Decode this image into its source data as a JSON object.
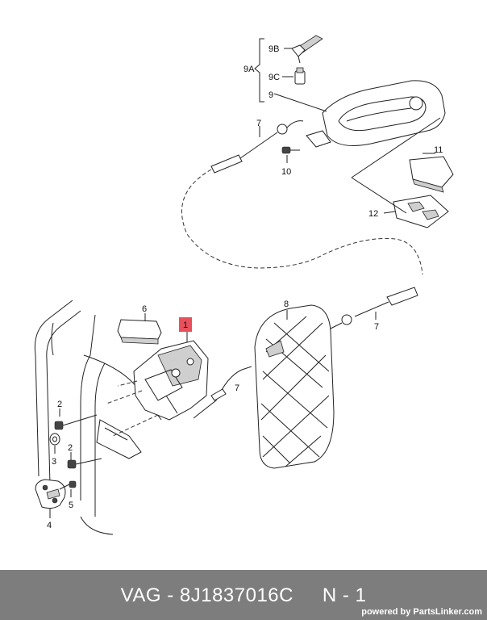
{
  "callouts": {
    "c9B": "9B",
    "c9A": "9A",
    "c9C": "9C",
    "c9": "9",
    "c7a": "7",
    "c10": "10",
    "c11": "11",
    "c12": "12",
    "c6": "6",
    "c1": "1",
    "c8": "8",
    "c7b": "7",
    "c7c": "7",
    "c2a": "2",
    "c3": "3",
    "c2b": "2",
    "c5": "5",
    "c4": "4"
  },
  "highlight_color": "#e8505b",
  "footer": {
    "brand_prefix": "VAG",
    "separator": " - ",
    "part_number": "8J1837016C",
    "position": "N - 1",
    "powered_by": "powered by PartsLinker.com"
  }
}
